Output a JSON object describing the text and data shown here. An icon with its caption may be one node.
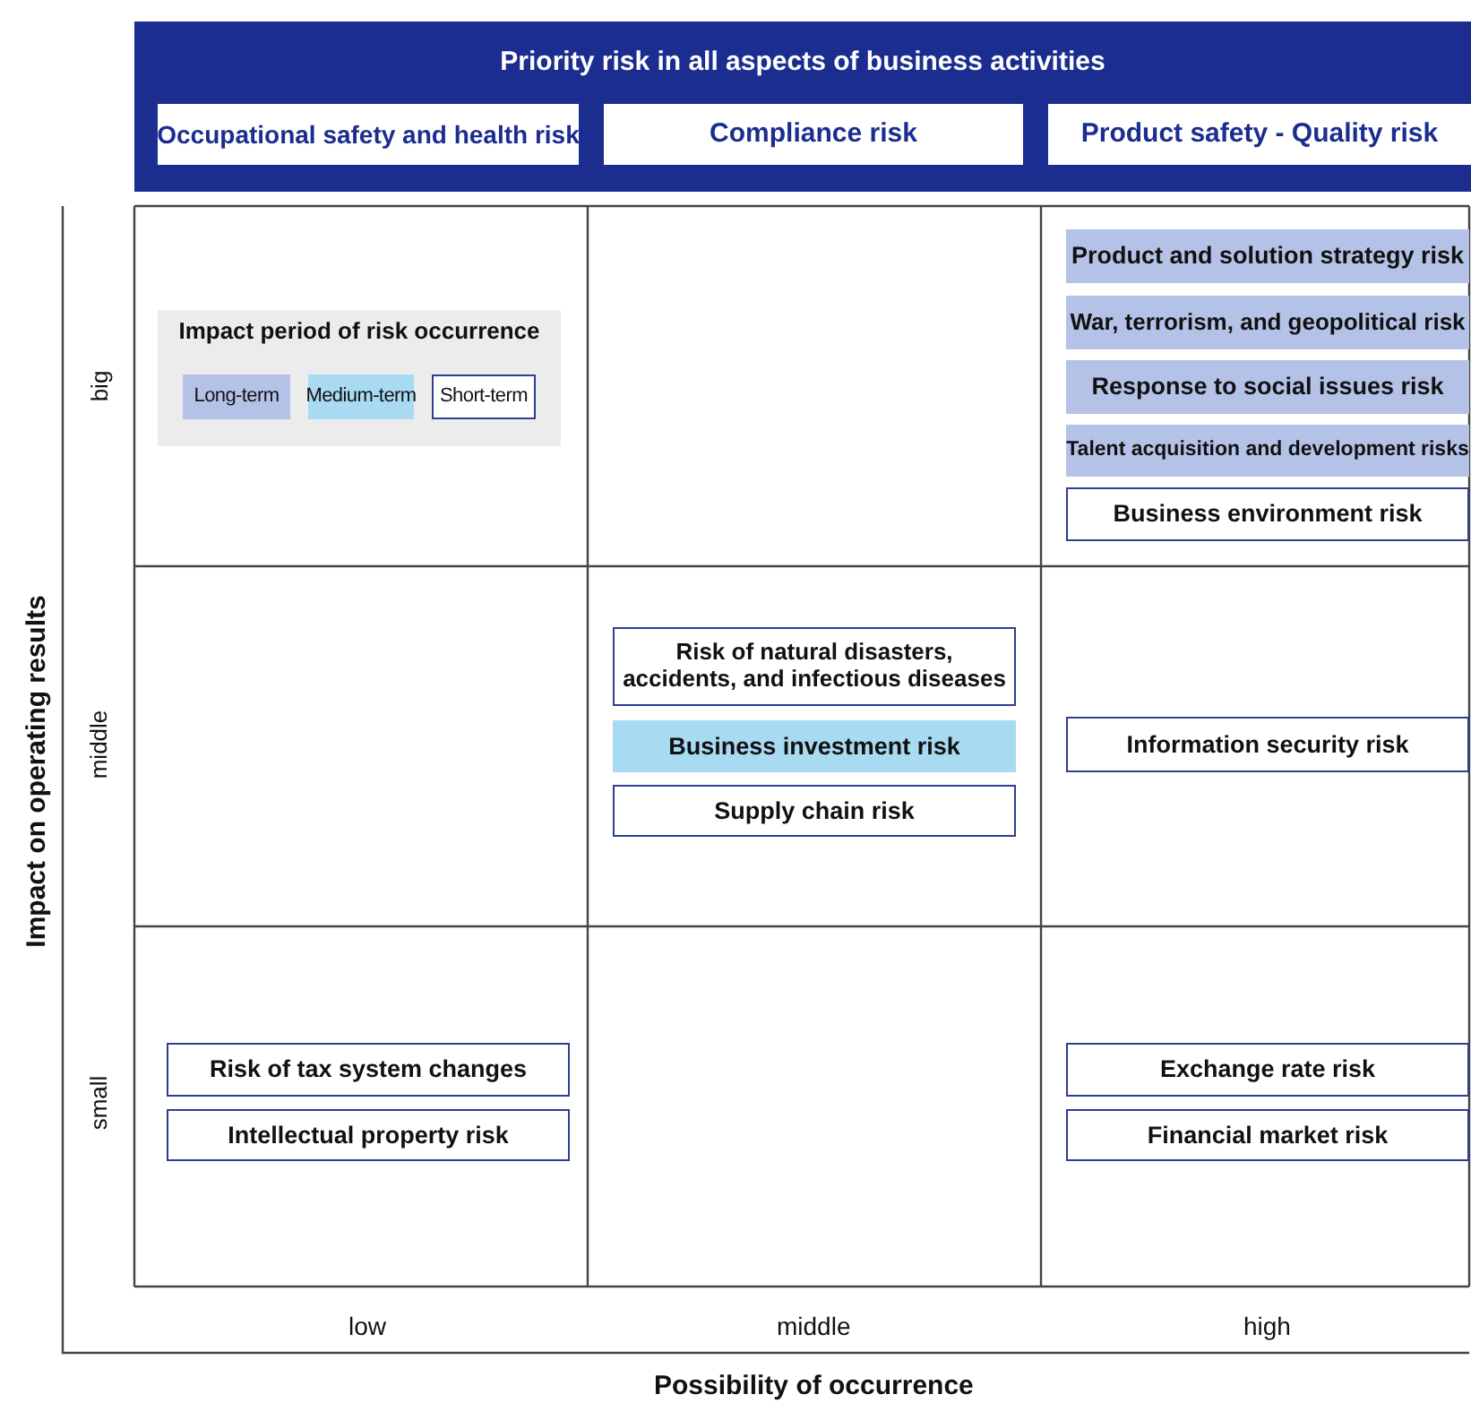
{
  "diagram": {
    "nodes": [
      {
        "text": [
          "Priority risk in all aspects of business activities"
        ]
      },
      {
        "text": [
          "Occupational safety and health risk"
        ],
        "in": 0
      },
      {
        "text": [
          "Compliance risk"
        ],
        "in": 0
      },
      {
        "text": [
          "Product safety - Quality risk"
        ],
        "in": 0
      },
      {
        "text": [
          "Product and solution strategy risk"
        ]
      },
      {
        "text": [
          "War, terrorism, and geopolitical risk"
        ]
      },
      {
        "text": [
          "Response to social issues risk"
        ]
      },
      {
        "text": [
          "Talent acquisition and development risks"
        ]
      },
      {
        "text": [
          "Business environment risk"
        ]
      },
      {
        "text": [
          "Risk of natural disasters, accidents, and infectious diseases"
        ]
      },
      {
        "text": [
          "Business investment risk"
        ]
      },
      {
        "text": [
          "Supply chain risk"
        ]
      },
      {
        "text": [
          "Information security risk"
        ]
      },
      {
        "text": [
          "Risk of tax system changes"
        ]
      },
      {
        "text": [
          "Exchange rate risk"
        ]
      },
      {
        "text": [
          "Intellectual property risk"
        ]
      },
      {
        "text": [
          "Financial market risk"
        ]
      }
    ],
    "edges": [],
    "labels": [
      "Impact period of risk occurrence",
      "big",
      "middle",
      "small",
      "Impact on operating results",
      "low",
      "middle",
      "high",
      "Possibility of occurrence"
    ],
    "legend": [
      {
        "text": "Long-term",
        "color": "#b4c2e7"
      },
      {
        "text": "Medium-term",
        "color": "#a8daf2"
      },
      {
        "text": "Short-term",
        "color": "#ffffff"
      }
    ]
  }
}
